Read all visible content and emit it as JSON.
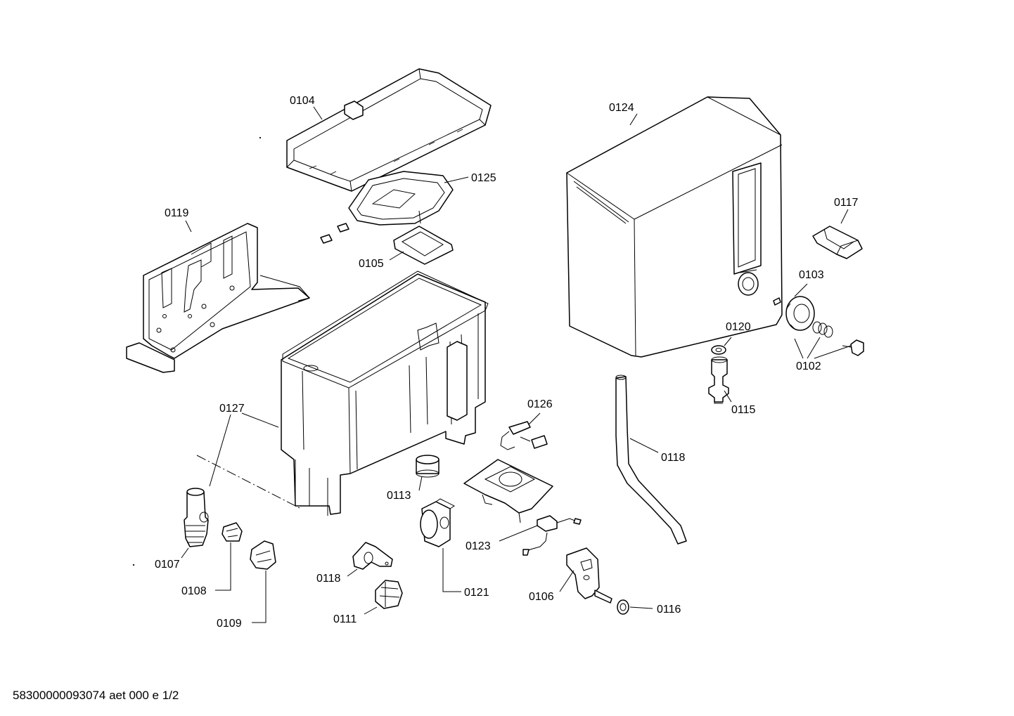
{
  "diagram": {
    "callouts": {
      "c0104": "0104",
      "c0125": "0125",
      "c0105": "0105",
      "c0119": "0119",
      "c0124": "0124",
      "c0117": "0117",
      "c0103": "0103",
      "c0120": "0120",
      "c0102": "0102",
      "c0115": "0115",
      "c0127": "0127",
      "c0126": "0126",
      "c0118a": "0118",
      "c0118b": "0118",
      "c0113": "0113",
      "c0107": "0107",
      "c0108": "0108",
      "c0109": "0109",
      "c0121": "0121",
      "c0123": "0123",
      "c0106": "0106",
      "c0116": "0116",
      "c0111": "0111"
    }
  },
  "footer": {
    "doc_id": "58300000093074 aet 000 e 1/2"
  }
}
